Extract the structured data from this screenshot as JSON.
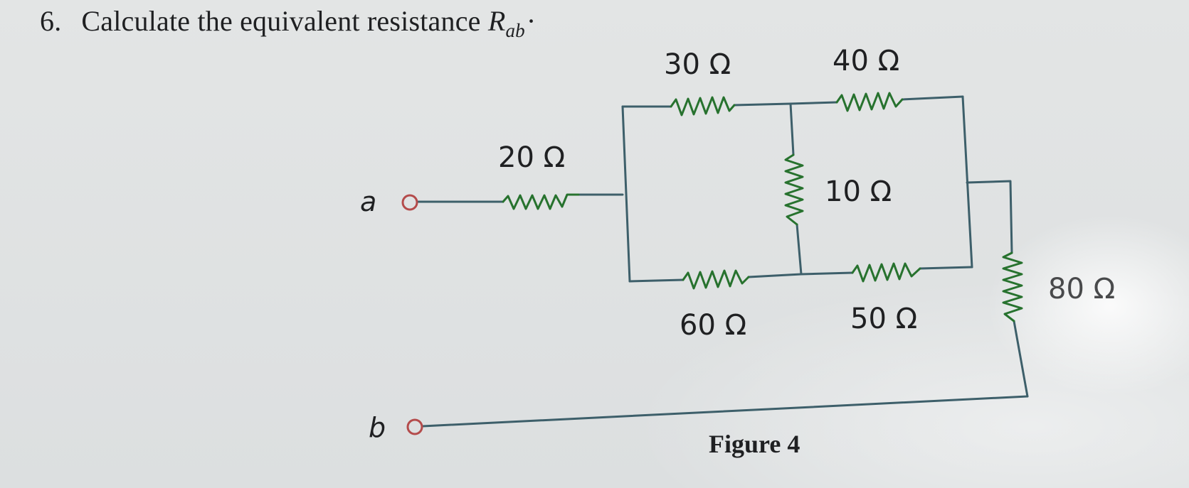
{
  "question": {
    "number": "6.",
    "text": "Calculate the equivalent resistance ",
    "symbol": "R",
    "subscript": "ab",
    "trailing": "·"
  },
  "circuit": {
    "node_a": "a",
    "node_b": "b",
    "resistors": {
      "r20": "20 Ω",
      "r30": "30 Ω",
      "r40": "40 Ω",
      "r10": "10 Ω",
      "r60": "60 Ω",
      "r50": "50 Ω",
      "r80": "80 Ω"
    },
    "figure_caption": "Figure 4"
  },
  "colors": {
    "wire": "#3d5f6a",
    "resistor": "#27722e",
    "terminal": "#b44b4b",
    "text": "#1f2022"
  }
}
